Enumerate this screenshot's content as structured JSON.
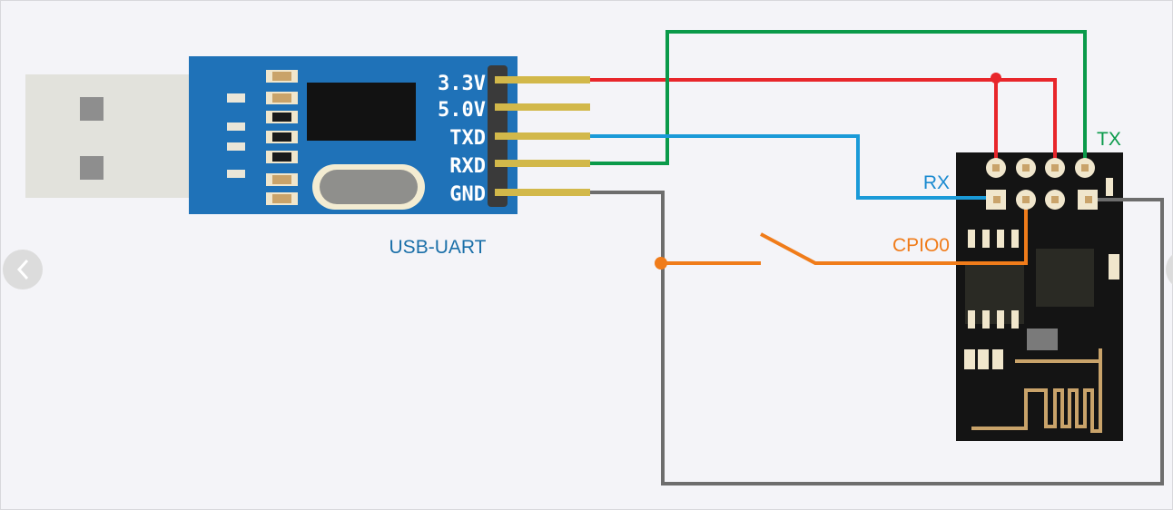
{
  "usb_uart": {
    "title": "USB-UART",
    "pins": [
      "3.3V",
      "5.0V",
      "TXD",
      "RXD",
      "GND"
    ]
  },
  "esp_module": {
    "labels": {
      "tx": "TX",
      "rx": "RX",
      "gpio0": "CPIO0"
    }
  },
  "colors": {
    "vcc_wire": "#e8262b",
    "tx_wire": "#0a9a4a",
    "rx_wire": "#1a9ad8",
    "gnd_wire": "#6d6d6d",
    "gpio0_wire": "#f07c1a",
    "uart_board": "#1f72b8",
    "esp_board": "#141414",
    "label_blue": "#1a6fa8"
  },
  "nav": {
    "prev_icon": "chevron-left-icon",
    "next_icon": "chevron-right-icon"
  }
}
